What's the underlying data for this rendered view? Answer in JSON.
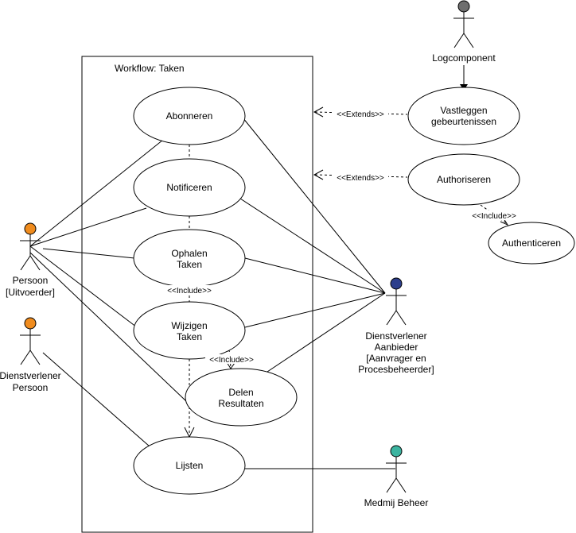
{
  "system": {
    "title": "Workflow: Taken"
  },
  "usecases": {
    "abonneren": {
      "line1": "Abonneren"
    },
    "notificeren": {
      "line1": "Notificeren"
    },
    "ophalen": {
      "line1": "Ophalen",
      "line2": "Taken"
    },
    "wijzigen": {
      "line1": "Wijzigen",
      "line2": "Taken"
    },
    "delen": {
      "line1": "Delen",
      "line2": "Resultaten"
    },
    "lijsten": {
      "line1": "Lijsten"
    },
    "vastleggen": {
      "line1": "Vastleggen",
      "line2": "gebeurtenissen"
    },
    "authoriseren": {
      "line1": "Authoriseren"
    },
    "authenticeren": {
      "line1": "Authenticeren"
    }
  },
  "actors": {
    "persoon": {
      "line1": "Persoon",
      "line2": "[Uitvoerder]",
      "color": "#F08C1E"
    },
    "dv_persoon": {
      "line1": "Dienstverlener",
      "line2": "Persoon",
      "color": "#F08C1E"
    },
    "dv_aanbieder": {
      "line1": "Dienstverlener",
      "line2": "Aanbieder",
      "line3": "[Aanvrager en",
      "line4": "Procesbeheerder]",
      "color": "#2C3E8C"
    },
    "medmij": {
      "line1": "Medmij Beheer",
      "color": "#3CB4A0"
    },
    "logcomponent": {
      "line1": "Logcomponent",
      "color": "#6E6E6E"
    }
  },
  "relations": {
    "extends_1": "<<Extends>>",
    "extends_2": "<<Extends>>",
    "include_auth": "<<Include>>",
    "include_ophalen": "<<Include>>",
    "include_wijzigen": "<<Include>>"
  }
}
